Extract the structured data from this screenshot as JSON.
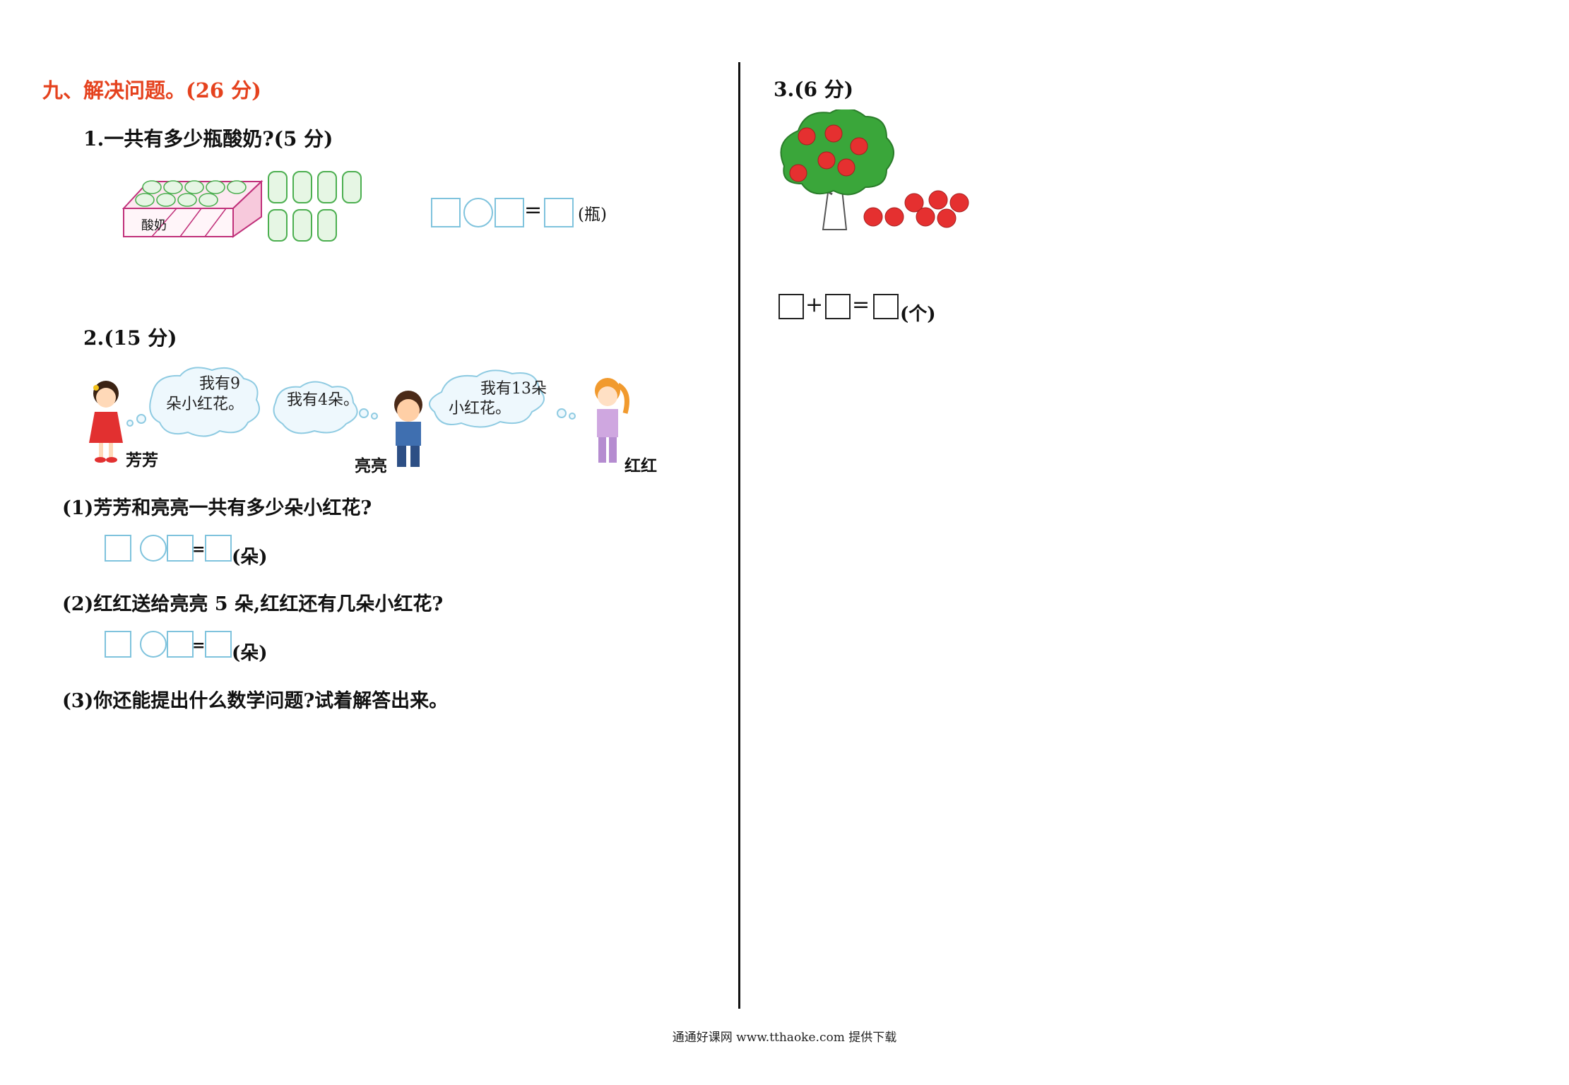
{
  "section": {
    "title": "九、解决问题。(26 分)"
  },
  "q1": {
    "title": "1.一共有多少瓶酸奶?(5 分)",
    "box_label": "酸奶",
    "equals": "=",
    "unit": "(瓶)"
  },
  "q2": {
    "title": "2.(15 分)",
    "bubbles": {
      "fangfang_line1": "我有9",
      "fangfang_line2": "朵小红花。",
      "liangliang": "我有4朵。",
      "honghong_line1": "我有13朵",
      "honghong_line2": "小红花。"
    },
    "names": {
      "fangfang": "芳芳",
      "liangliang": "亮亮",
      "honghong": "红红"
    },
    "sub1": {
      "text": "(1)芳芳和亮亮一共有多少朵小红花?",
      "equals": "=",
      "unit": "(朵)"
    },
    "sub2": {
      "text": "(2)红红送给亮亮 5 朵,红红还有几朵小红花?",
      "equals": "=",
      "unit": "(朵)"
    },
    "sub3": {
      "text": "(3)你还能提出什么数学问题?试着解答出来。"
    }
  },
  "q3": {
    "title": "3.(6 分)",
    "plus": "+",
    "equals": "=",
    "unit": "(个)"
  },
  "footer": {
    "text": "通通好课网 www.tthaoke.com 提供下载"
  },
  "colors": {
    "section_title": "#e5421e",
    "answer_box": "#7fc3dd",
    "bottle": "#4caf50",
    "apple": "#e53030",
    "tree": "#3aa63a",
    "box_edge": "#c0307a"
  }
}
